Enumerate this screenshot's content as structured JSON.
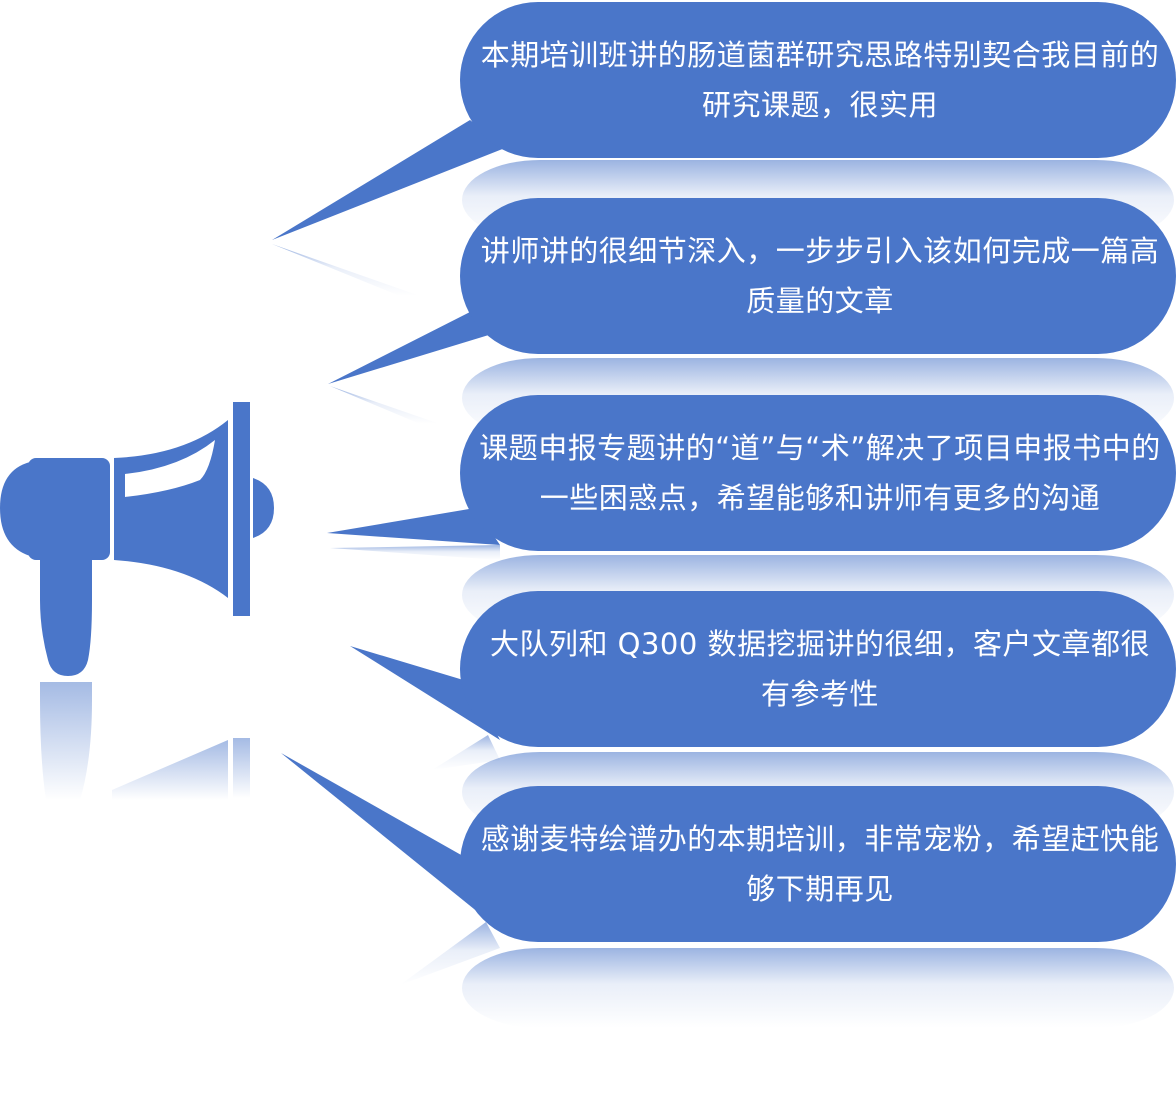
{
  "accent_color": "#4A76C9",
  "icon": "megaphone-icon",
  "testimonials": [
    {
      "text": "本期培训班讲的肠道菌群研究思路特别契合我目前的研究课题，很实用"
    },
    {
      "text": "讲师讲的很细节深入，一步步引入该如何完成一篇高质量的文章"
    },
    {
      "text": "课题申报专题讲的“道”与“术”解决了项目申报书中的一些困惑点，希望能够和讲师有更多的沟通"
    },
    {
      "text": "大队列和 Q300 数据挖掘讲的很细，客户文章都很有参考性"
    },
    {
      "text": "感谢麦特绘谱办的本期培训，非常宠粉，希望赶快能够下期再见"
    }
  ]
}
